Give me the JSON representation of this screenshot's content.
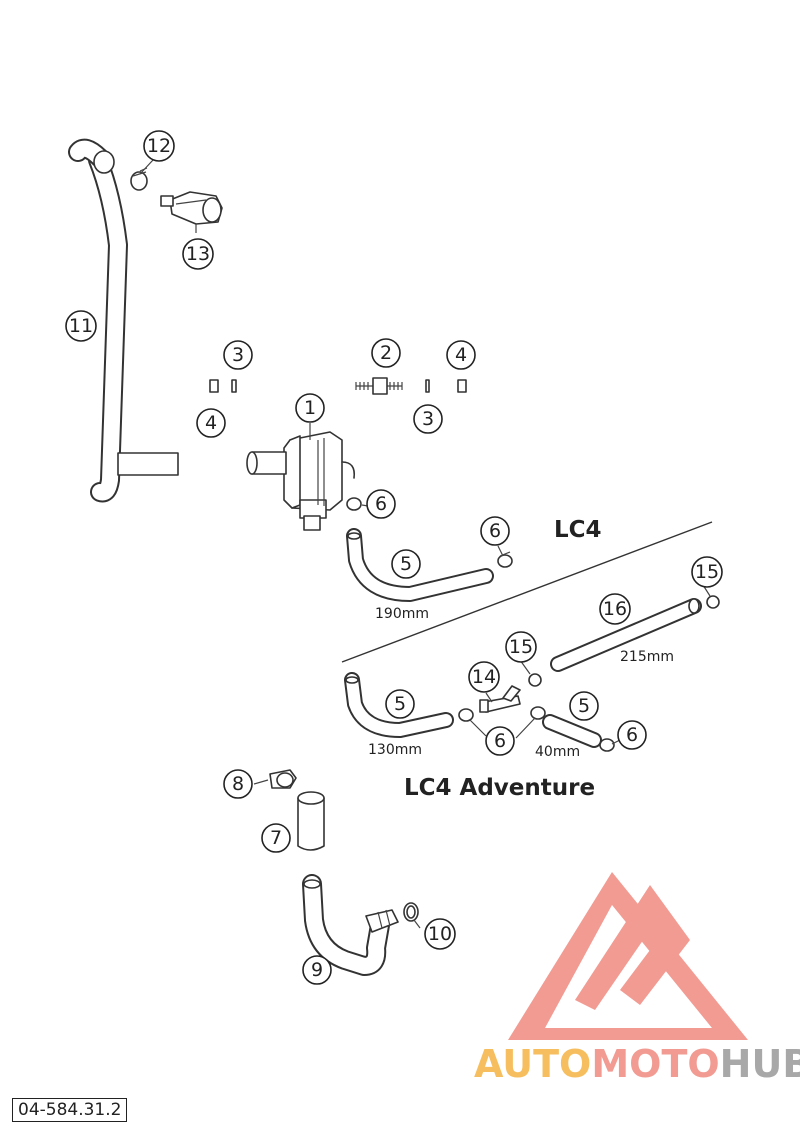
{
  "document_code": "04-584.31.2",
  "sections": {
    "lc4": "LC4",
    "lc4_adventure": "LC4 Adventure"
  },
  "dimensions": {
    "hose_190": "190mm",
    "hose_215": "215mm",
    "hose_130": "130mm",
    "hose_40": "40mm"
  },
  "callouts": {
    "c1": "1",
    "c2": "2",
    "c3a": "3",
    "c3b": "3",
    "c4a": "4",
    "c4b": "4",
    "c5a": "5",
    "c5b": "5",
    "c5c": "5",
    "c6a": "6",
    "c6b": "6",
    "c6c": "6",
    "c6d": "6",
    "c7": "7",
    "c8": "8",
    "c9": "9",
    "c10": "10",
    "c11": "11",
    "c12": "12",
    "c13": "13",
    "c14": "14",
    "c15a": "15",
    "c15b": "15",
    "c16": "16"
  },
  "watermark": {
    "part1": "AUTO",
    "part2": "MOTO",
    "part3": "HUB",
    "color_orange": "#f5b342",
    "color_red": "#f08a80",
    "color_gray": "#9a9a9a"
  }
}
